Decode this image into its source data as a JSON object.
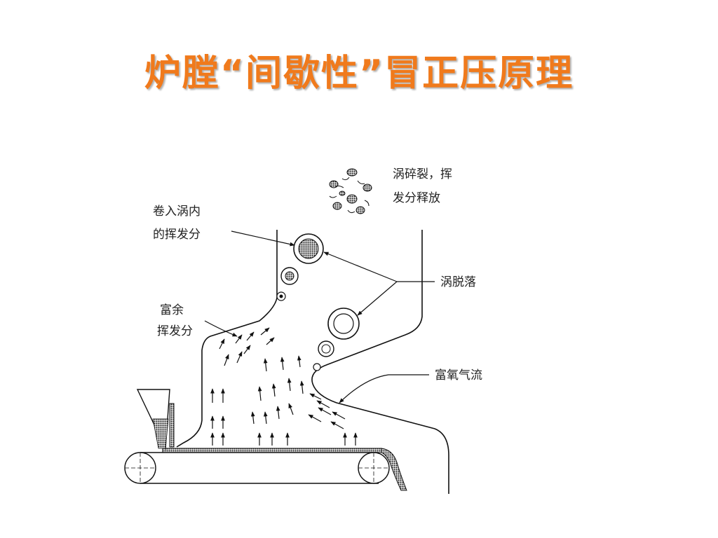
{
  "slide": {
    "title": "炉膛“间歇性”冒正压原理"
  },
  "diagram": {
    "labels": {
      "vortex_break_1": "涡碎裂，挥",
      "vortex_break_2": "发分释放",
      "entrained_1": "卷入涡内",
      "entrained_2": "的挥发分",
      "excess_1": "富余",
      "excess_2": "挥发分",
      "vortex_shed": "涡脱落",
      "oxygen_flow": "富氧气流"
    },
    "colors": {
      "title": "#f07a1c",
      "line": "#111111"
    }
  }
}
